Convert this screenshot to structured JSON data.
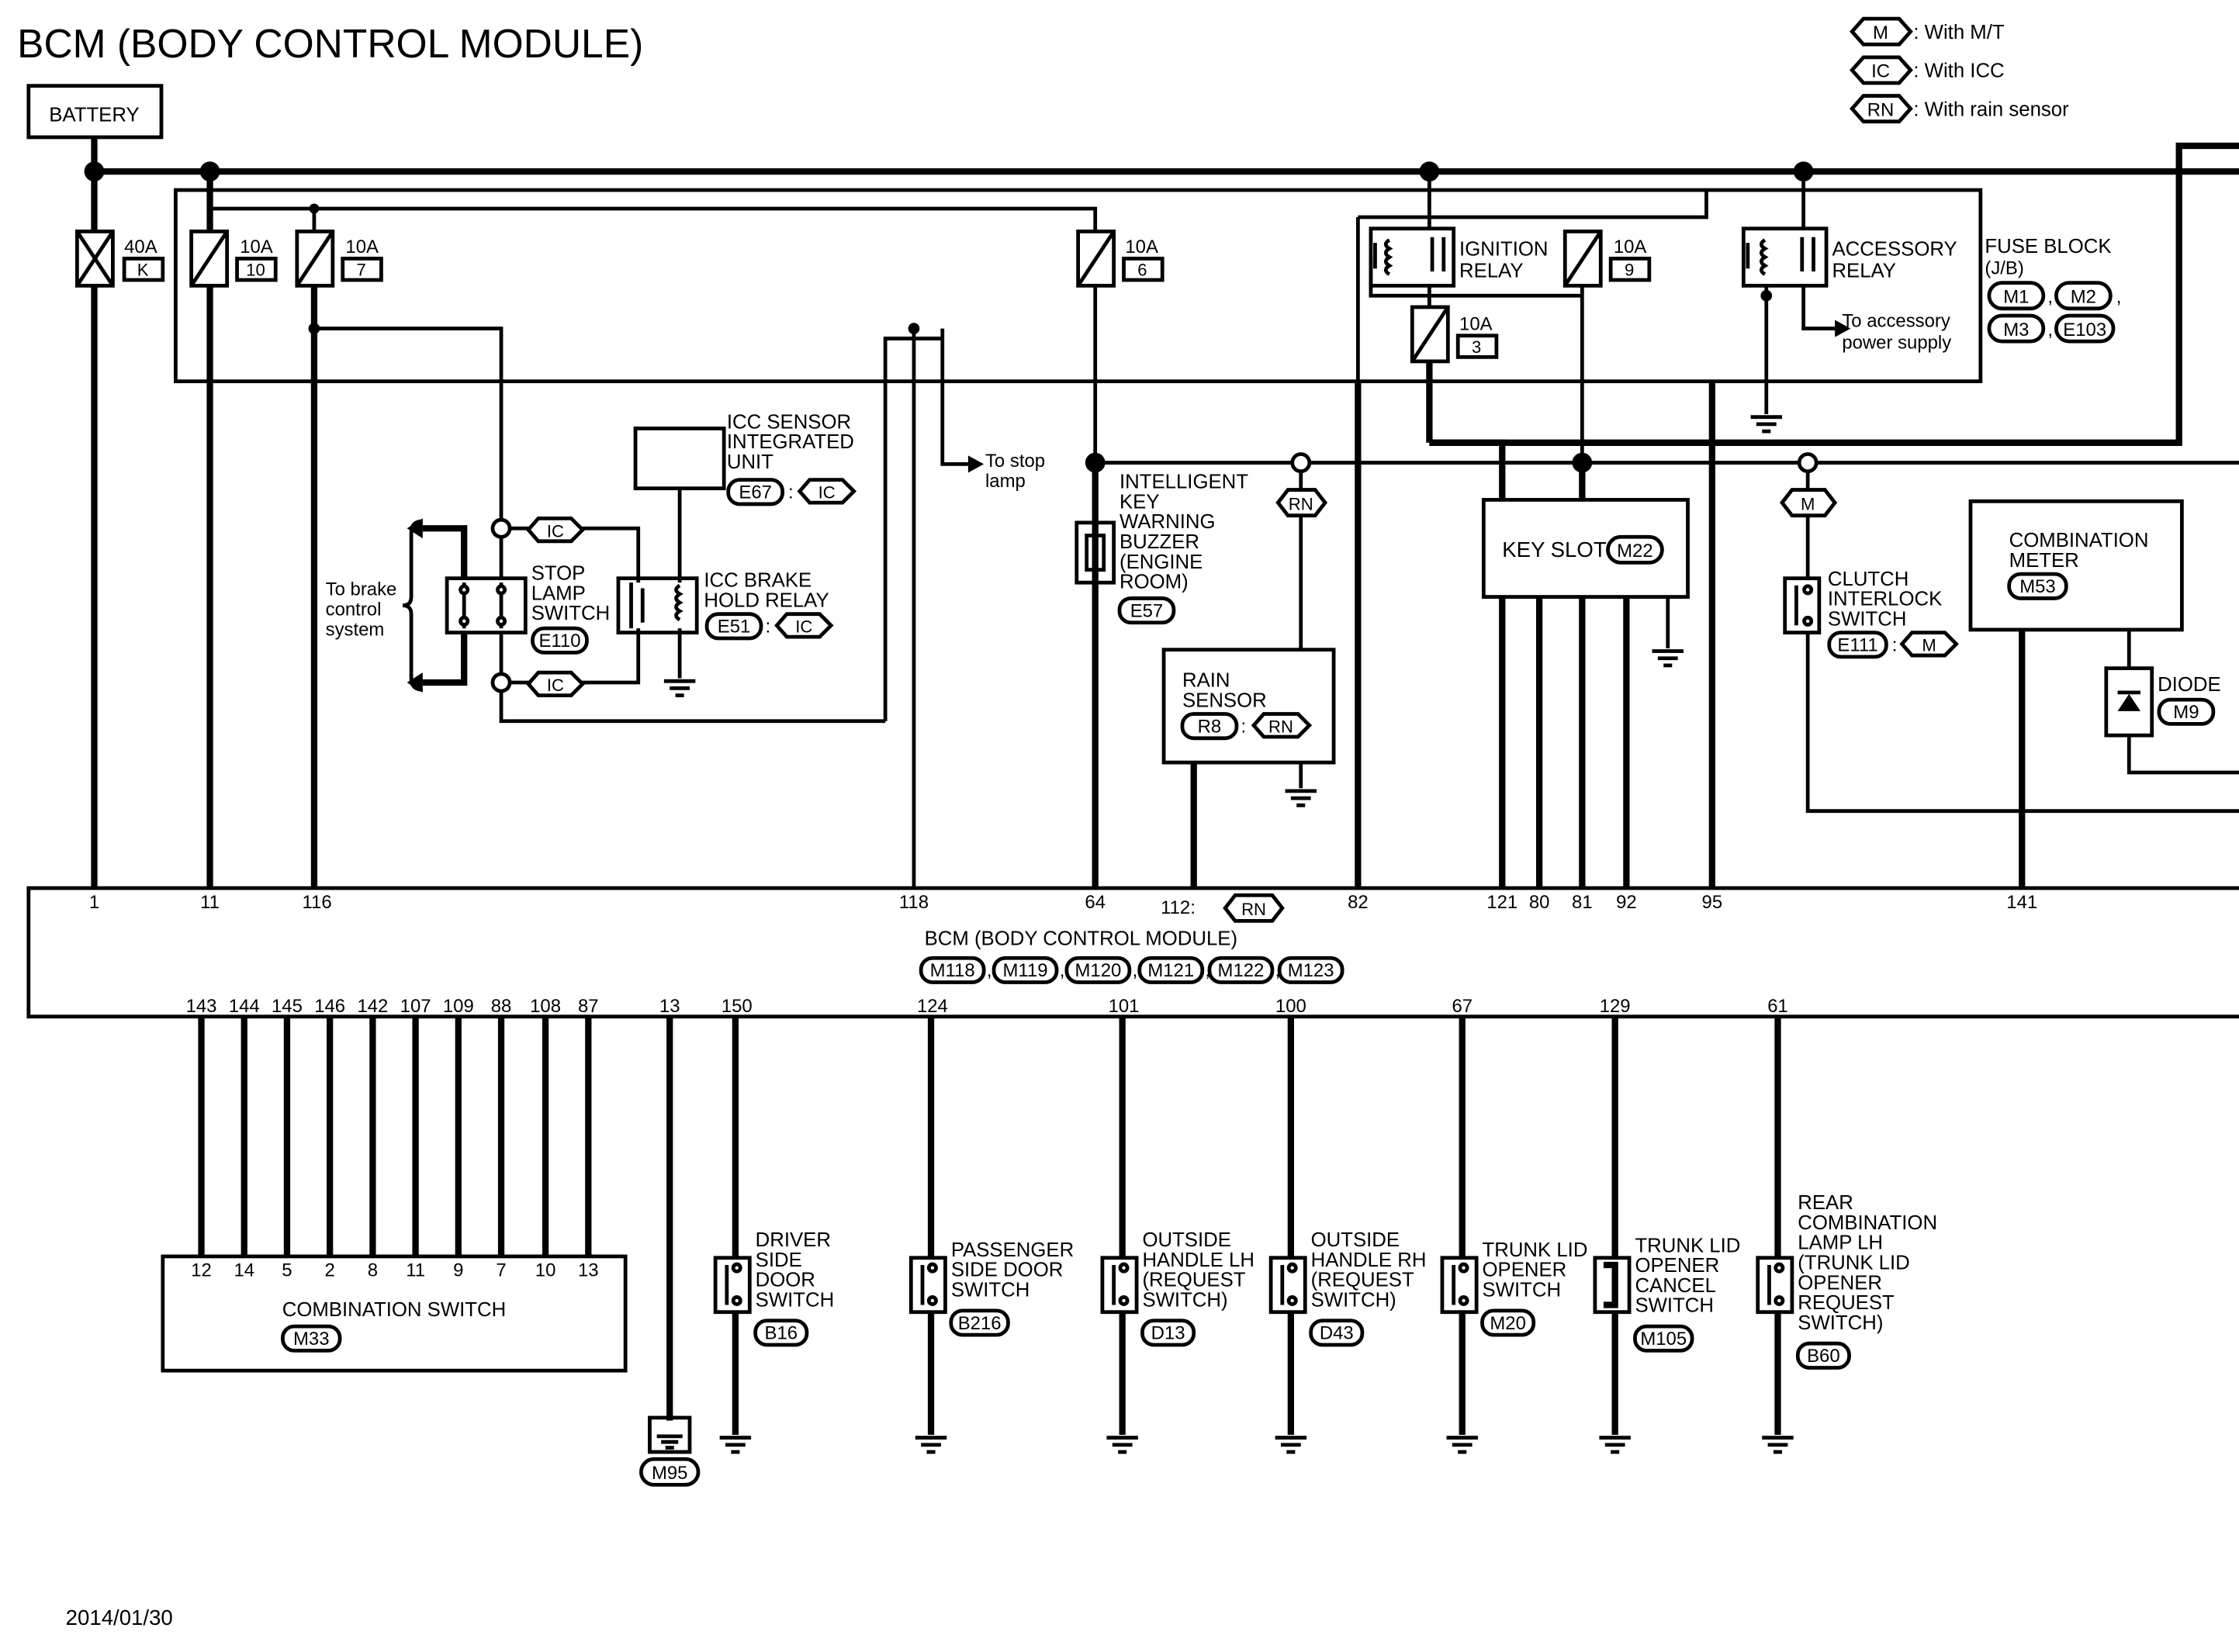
{
  "title": "BCM (BODY CONTROL MODULE)",
  "date": "2014/01/30",
  "battery": "BATTERY",
  "legend": [
    {
      "code": "M",
      "text": ": With M/T"
    },
    {
      "code": "IC",
      "text": ": With ICC"
    },
    {
      "code": "RN",
      "text": ": With rain sensor"
    }
  ],
  "fuses": {
    "f40": {
      "amp": "40A",
      "id": "K"
    },
    "f10_10": {
      "amp": "10A",
      "id": "10"
    },
    "f10_7": {
      "amp": "10A",
      "id": "7"
    },
    "f10_6": {
      "amp": "10A",
      "id": "6"
    },
    "f10_9": {
      "amp": "10A",
      "id": "9"
    },
    "f10_3": {
      "amp": "10A",
      "id": "3"
    }
  },
  "fuse_block": {
    "l1": "FUSE BLOCK",
    "l2": "(J/B)",
    "c1": "M1",
    "c2": "M2",
    "c3": "M3",
    "c4": "E103"
  },
  "ignition_relay": {
    "l1": "IGNITION",
    "l2": "RELAY"
  },
  "accessory_relay": {
    "l1": "ACCESSORY",
    "l2": "RELAY",
    "note1": "To accessory",
    "note2": "power supply"
  },
  "icc_sensor": {
    "l1": "ICC SENSOR",
    "l2": "INTEGRATED",
    "l3": "UNIT",
    "conn": "E67",
    "opt": "IC"
  },
  "to_stop_lamp": {
    "l1": "To stop",
    "l2": "lamp"
  },
  "to_brake": {
    "l1": "To brake",
    "l2": "control",
    "l3": "system"
  },
  "ic_tag": "IC",
  "stop_lamp_switch": {
    "l1": "STOP",
    "l2": "LAMP",
    "l3": "SWITCH",
    "conn": "E110"
  },
  "icc_brake_hold": {
    "l1": "ICC BRAKE",
    "l2": "HOLD RELAY",
    "conn": "E51",
    "opt": "IC"
  },
  "buzzer": {
    "l1": "INTELLIGENT",
    "l2": "KEY",
    "l3": "WARNING",
    "l4": "BUZZER",
    "l5": "(ENGINE",
    "l6": "ROOM)",
    "conn": "E57"
  },
  "rn_tag": "RN",
  "rain_sensor": {
    "l1": "RAIN",
    "l2": "SENSOR",
    "conn": "R8",
    "opt": "RN"
  },
  "key_slot": {
    "label": "KEY SLOT",
    "conn": "M22"
  },
  "m_tag": "M",
  "clutch_switch": {
    "l1": "CLUTCH",
    "l2": "INTERLOCK",
    "l3": "SWITCH",
    "conn": "E111",
    "opt": "M"
  },
  "combination_meter": {
    "l1": "COMBINATION",
    "l2": "METER",
    "conn": "M53"
  },
  "diode": {
    "label": "DIODE",
    "conn": "M9"
  },
  "bcm": {
    "label": "BCM (BODY CONTROL MODULE)",
    "connectors": [
      "M118",
      "M119",
      "M120",
      "M121",
      "M122",
      "M123"
    ],
    "top_pins": [
      "1",
      "11",
      "116",
      "118",
      "64",
      "112:",
      "82",
      "121",
      "80",
      "81",
      "92",
      "95",
      "141"
    ],
    "rn_opt": "RN",
    "bottom_pins": [
      "143",
      "144",
      "145",
      "146",
      "142",
      "107",
      "109",
      "88",
      "108",
      "87",
      "13",
      "150",
      "124",
      "101",
      "100",
      "67",
      "129",
      "61"
    ]
  },
  "combination_switch": {
    "label": "COMBINATION SWITCH",
    "conn": "M33",
    "pins": [
      "12",
      "14",
      "5",
      "2",
      "8",
      "11",
      "9",
      "7",
      "10",
      "13"
    ]
  },
  "ground_conn": "M95",
  "switches": [
    {
      "lines": [
        "DRIVER",
        "SIDE",
        "DOOR",
        "SWITCH"
      ],
      "conn": "B16"
    },
    {
      "lines": [
        "PASSENGER",
        "SIDE DOOR",
        "SWITCH"
      ],
      "conn": "B216"
    },
    {
      "lines": [
        "OUTSIDE",
        "HANDLE LH",
        "(REQUEST",
        "SWITCH)"
      ],
      "conn": "D13"
    },
    {
      "lines": [
        "OUTSIDE",
        "HANDLE RH",
        "(REQUEST",
        "SWITCH)"
      ],
      "conn": "D43"
    },
    {
      "lines": [
        "TRUNK LID",
        "OPENER",
        "SWITCH"
      ],
      "conn": "M20"
    },
    {
      "lines": [
        "TRUNK LID",
        "OPENER",
        "CANCEL",
        "SWITCH"
      ],
      "conn": "M105"
    },
    {
      "lines": [
        "REAR",
        "COMBINATION",
        "LAMP LH",
        "(TRUNK LID",
        "OPENER",
        "REQUEST",
        "SWITCH)"
      ],
      "conn": "B60"
    }
  ]
}
